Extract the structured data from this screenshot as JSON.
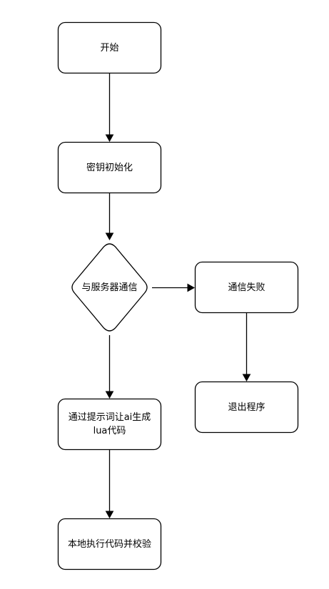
{
  "flowchart": {
    "nodes": {
      "start": "开始",
      "key_init": "密钥初始化",
      "server_comm": "与服务器通信",
      "comm_failed": "通信失败",
      "exit": "退出程序",
      "generate_lua": "通过提示词让ai生成lua代码",
      "execute_verify": "本地执行代码并校验"
    }
  }
}
